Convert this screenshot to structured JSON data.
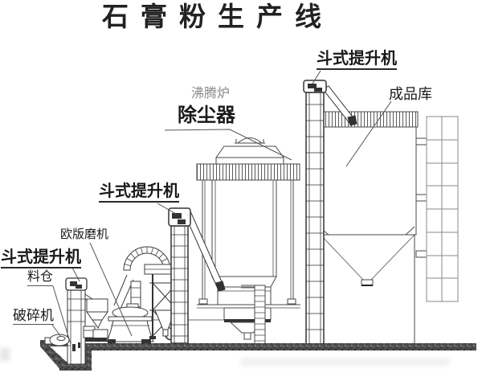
{
  "title": "石膏粉生产线",
  "labels": {
    "bucket_elevator_top": "斗式提升机",
    "finished_silo": "成品库",
    "boiling_furnace": "沸腾炉",
    "dust_collector": "除尘器",
    "bucket_elevator_mid": "斗式提升机",
    "european_mill": "欧版磨机",
    "bucket_elevator_left": "斗式提升机",
    "material_bin": "料仓",
    "crusher": "破碎机"
  },
  "colors": {
    "line": "#4a4a4a",
    "label_text": "#1a1a1a",
    "light_label_text": "#8a8a8a",
    "ground": "#4d4d4d",
    "background": "#ffffff"
  }
}
